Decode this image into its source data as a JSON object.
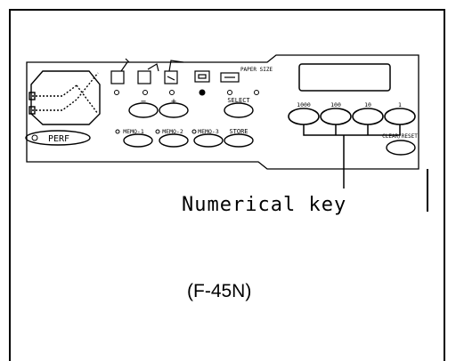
{
  "panel": {
    "perf_label": "PERF",
    "paper_size_label": "PAPER SIZE",
    "minus_label": "−",
    "plus_label": "+",
    "select_label": "SELECT",
    "store_label": "STORE",
    "memo_labels": [
      "MEMO-1",
      "MEMO-2",
      "MEMO-3"
    ],
    "numeric_key_labels": [
      "1000",
      "100",
      "10",
      "1"
    ],
    "clear_label": "CLEAR/RESET"
  },
  "callout": {
    "label": "Numerical key"
  },
  "figure": {
    "caption": "(F-45N)"
  }
}
